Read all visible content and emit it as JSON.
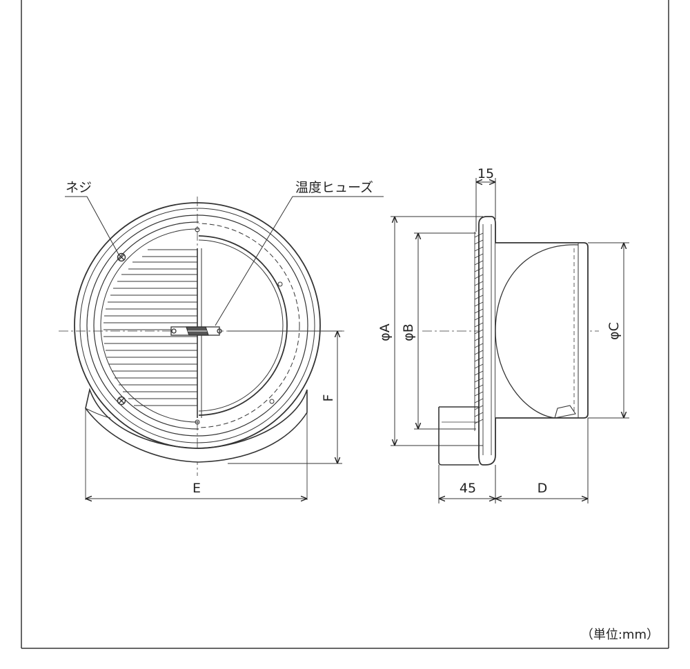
{
  "labels": {
    "screw": "ネジ",
    "fuse": "温度ヒューズ",
    "unit": "（単位:mm）"
  },
  "dimensions": {
    "a": "φA",
    "b": "φB",
    "c": "φC",
    "d": "D",
    "e": "E",
    "f": "F",
    "flange_thickness": "15",
    "pipe_length": "45"
  }
}
